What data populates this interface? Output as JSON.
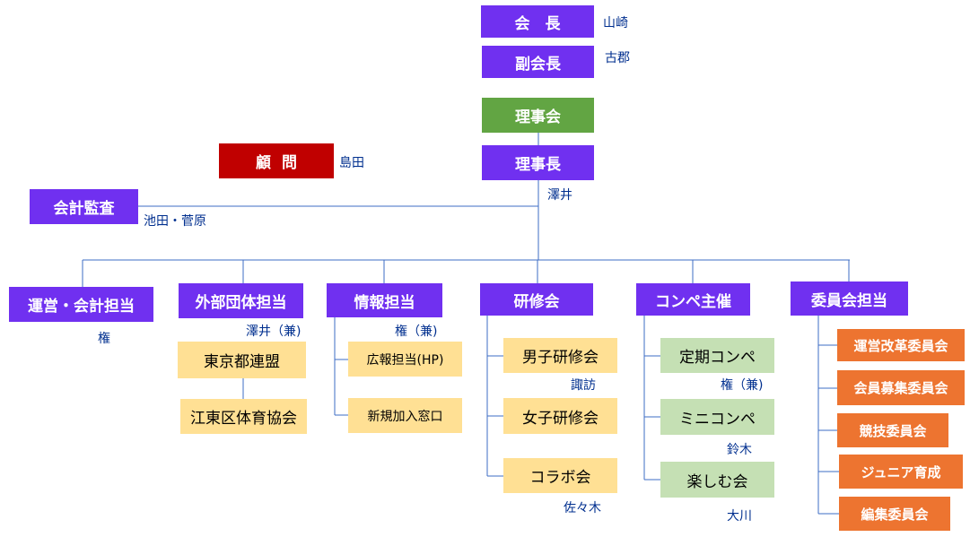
{
  "top": {
    "chairman": {
      "title": "会　長",
      "name": "山崎"
    },
    "vice_chairman": {
      "title": "副会長",
      "name": "古郡"
    },
    "board": {
      "title": "理事会"
    },
    "board_chair": {
      "title": "理事長",
      "name": "澤井"
    },
    "advisor": {
      "title": "顧問",
      "name": "島田"
    },
    "auditor": {
      "title": "会計監査",
      "name": "池田・菅原"
    }
  },
  "departments": {
    "operations": {
      "title": "運営・会計担当",
      "name": "権"
    },
    "external": {
      "title": "外部団体担当",
      "name": "澤井（兼)",
      "children": [
        {
          "label": "東京都連盟"
        },
        {
          "label": "江東区体育協会"
        }
      ]
    },
    "info": {
      "title": "情報担当",
      "name": "権（兼)",
      "children": [
        {
          "label": "広報担当(HP)"
        },
        {
          "label": "新規加入窓口"
        }
      ]
    },
    "training": {
      "title": "研修会",
      "children": [
        {
          "label": "男子研修会",
          "name": "諏訪"
        },
        {
          "label": "女子研修会"
        },
        {
          "label": "コラボ会",
          "name": "佐々木"
        }
      ]
    },
    "competition": {
      "title": "コンペ主催",
      "children": [
        {
          "label": "定期コンペ",
          "name": "権（兼)"
        },
        {
          "label": "ミニコンペ",
          "name": "鈴木"
        },
        {
          "label": "楽しむ会",
          "name": "大川"
        }
      ]
    },
    "committees": {
      "title": "委員会担当",
      "children": [
        {
          "label": "運営改革委員会"
        },
        {
          "label": "会員募集委員会"
        },
        {
          "label": "競技委員会"
        },
        {
          "label": "ジュニア育成"
        },
        {
          "label": "編集委員会"
        }
      ]
    }
  },
  "colors": {
    "purple": "#7030f0",
    "green": "#62a543",
    "red": "#c00000",
    "yellow": "#ffe094",
    "light_green": "#c5e0b4",
    "orange": "#ed7430",
    "name_text": "#002f8f",
    "connector": "#3d6cc4"
  }
}
